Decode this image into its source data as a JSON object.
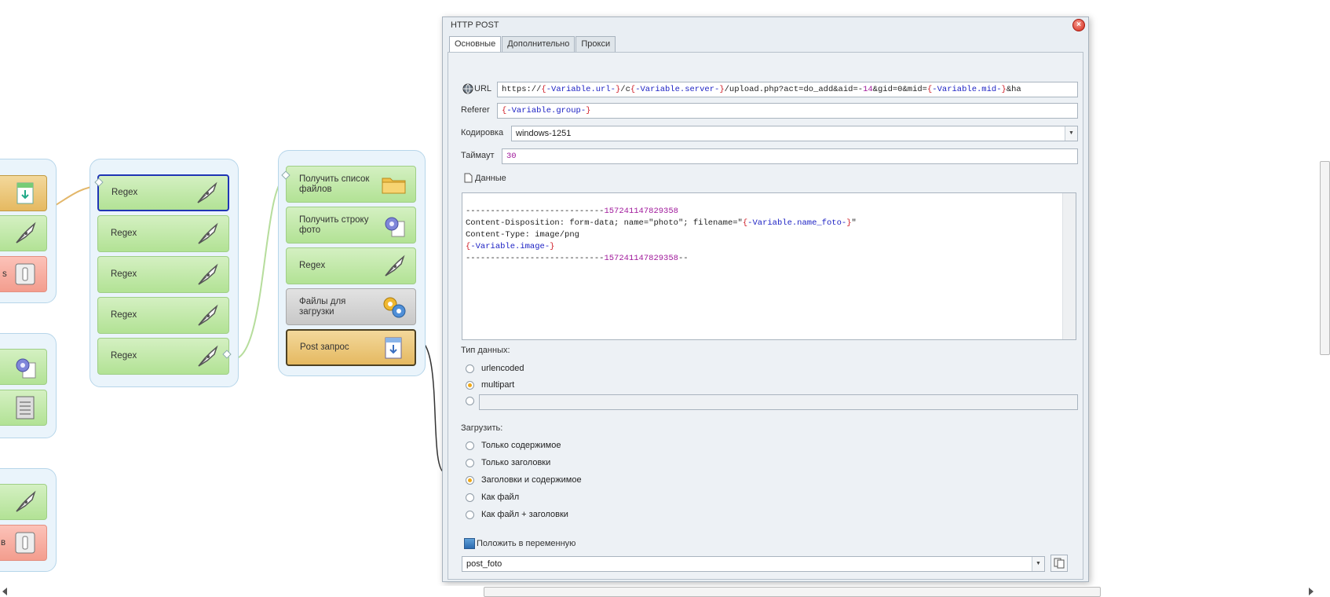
{
  "dialog": {
    "title": "HTTP POST",
    "close_label": "×",
    "tabs": [
      "Основные",
      "Дополнительно",
      "Прокси"
    ],
    "url_label": "URL",
    "url": {
      "p1": "https://",
      "v1": "-Variable.url-",
      "p2": "/c",
      "v2": "-Variable.server-",
      "p3": "/upload.php?act=do_add&aid=-",
      "n1": "14",
      "p4": "&gid=0&mid=",
      "v3": "-Variable.mid-",
      "p5": "&ha"
    },
    "referer_label": "Referer",
    "referer_var": "-Variable.group-",
    "encoding_label": "Кодировка",
    "encoding_value": "windows-1251",
    "timeout_label": "Таймаут",
    "timeout_value": "30",
    "data_label": "Данные",
    "body": {
      "l1_dash": "----------------------------",
      "l1_num": "157241147829358",
      "l2_a": "Content-Disposition: form-data; name=\"photo\"; filename=\"",
      "l2_var": "-Variable.name_foto-",
      "l2_b": "\"",
      "l3": "Content-Type: image/png",
      "l4_var": "-Variable.image-",
      "l5_dash": "----------------------------",
      "l5_num": "157241147829358",
      "l5_tail": "--"
    },
    "data_type_label": "Тип данных:",
    "data_types": [
      "urlencoded",
      "multipart"
    ],
    "download_label": "Загрузить:",
    "download_options": [
      "Только содержимое",
      "Только заголовки",
      "Заголовки и содержимое",
      "Как файл",
      "Как файл + заголовки"
    ],
    "store_label": "Положить в переменную",
    "store_value": "post_foto"
  },
  "canvas": {
    "group2": [
      "Regex",
      "Regex",
      "Regex",
      "Regex",
      "Regex"
    ],
    "group3": [
      "Получить список файлов",
      "Получить строку фото",
      "Regex",
      "Файлы для загрузки",
      "Post запрос"
    ],
    "left_red_1": "s",
    "left_red_2": "в"
  },
  "icons": [
    "download-icon",
    "pen-icon",
    "switch-icon",
    "gear-doc-icon",
    "list-doc-icon",
    "folder-icon",
    "gears-icon",
    "globe-icon",
    "doc-icon",
    "copy-icon"
  ]
}
